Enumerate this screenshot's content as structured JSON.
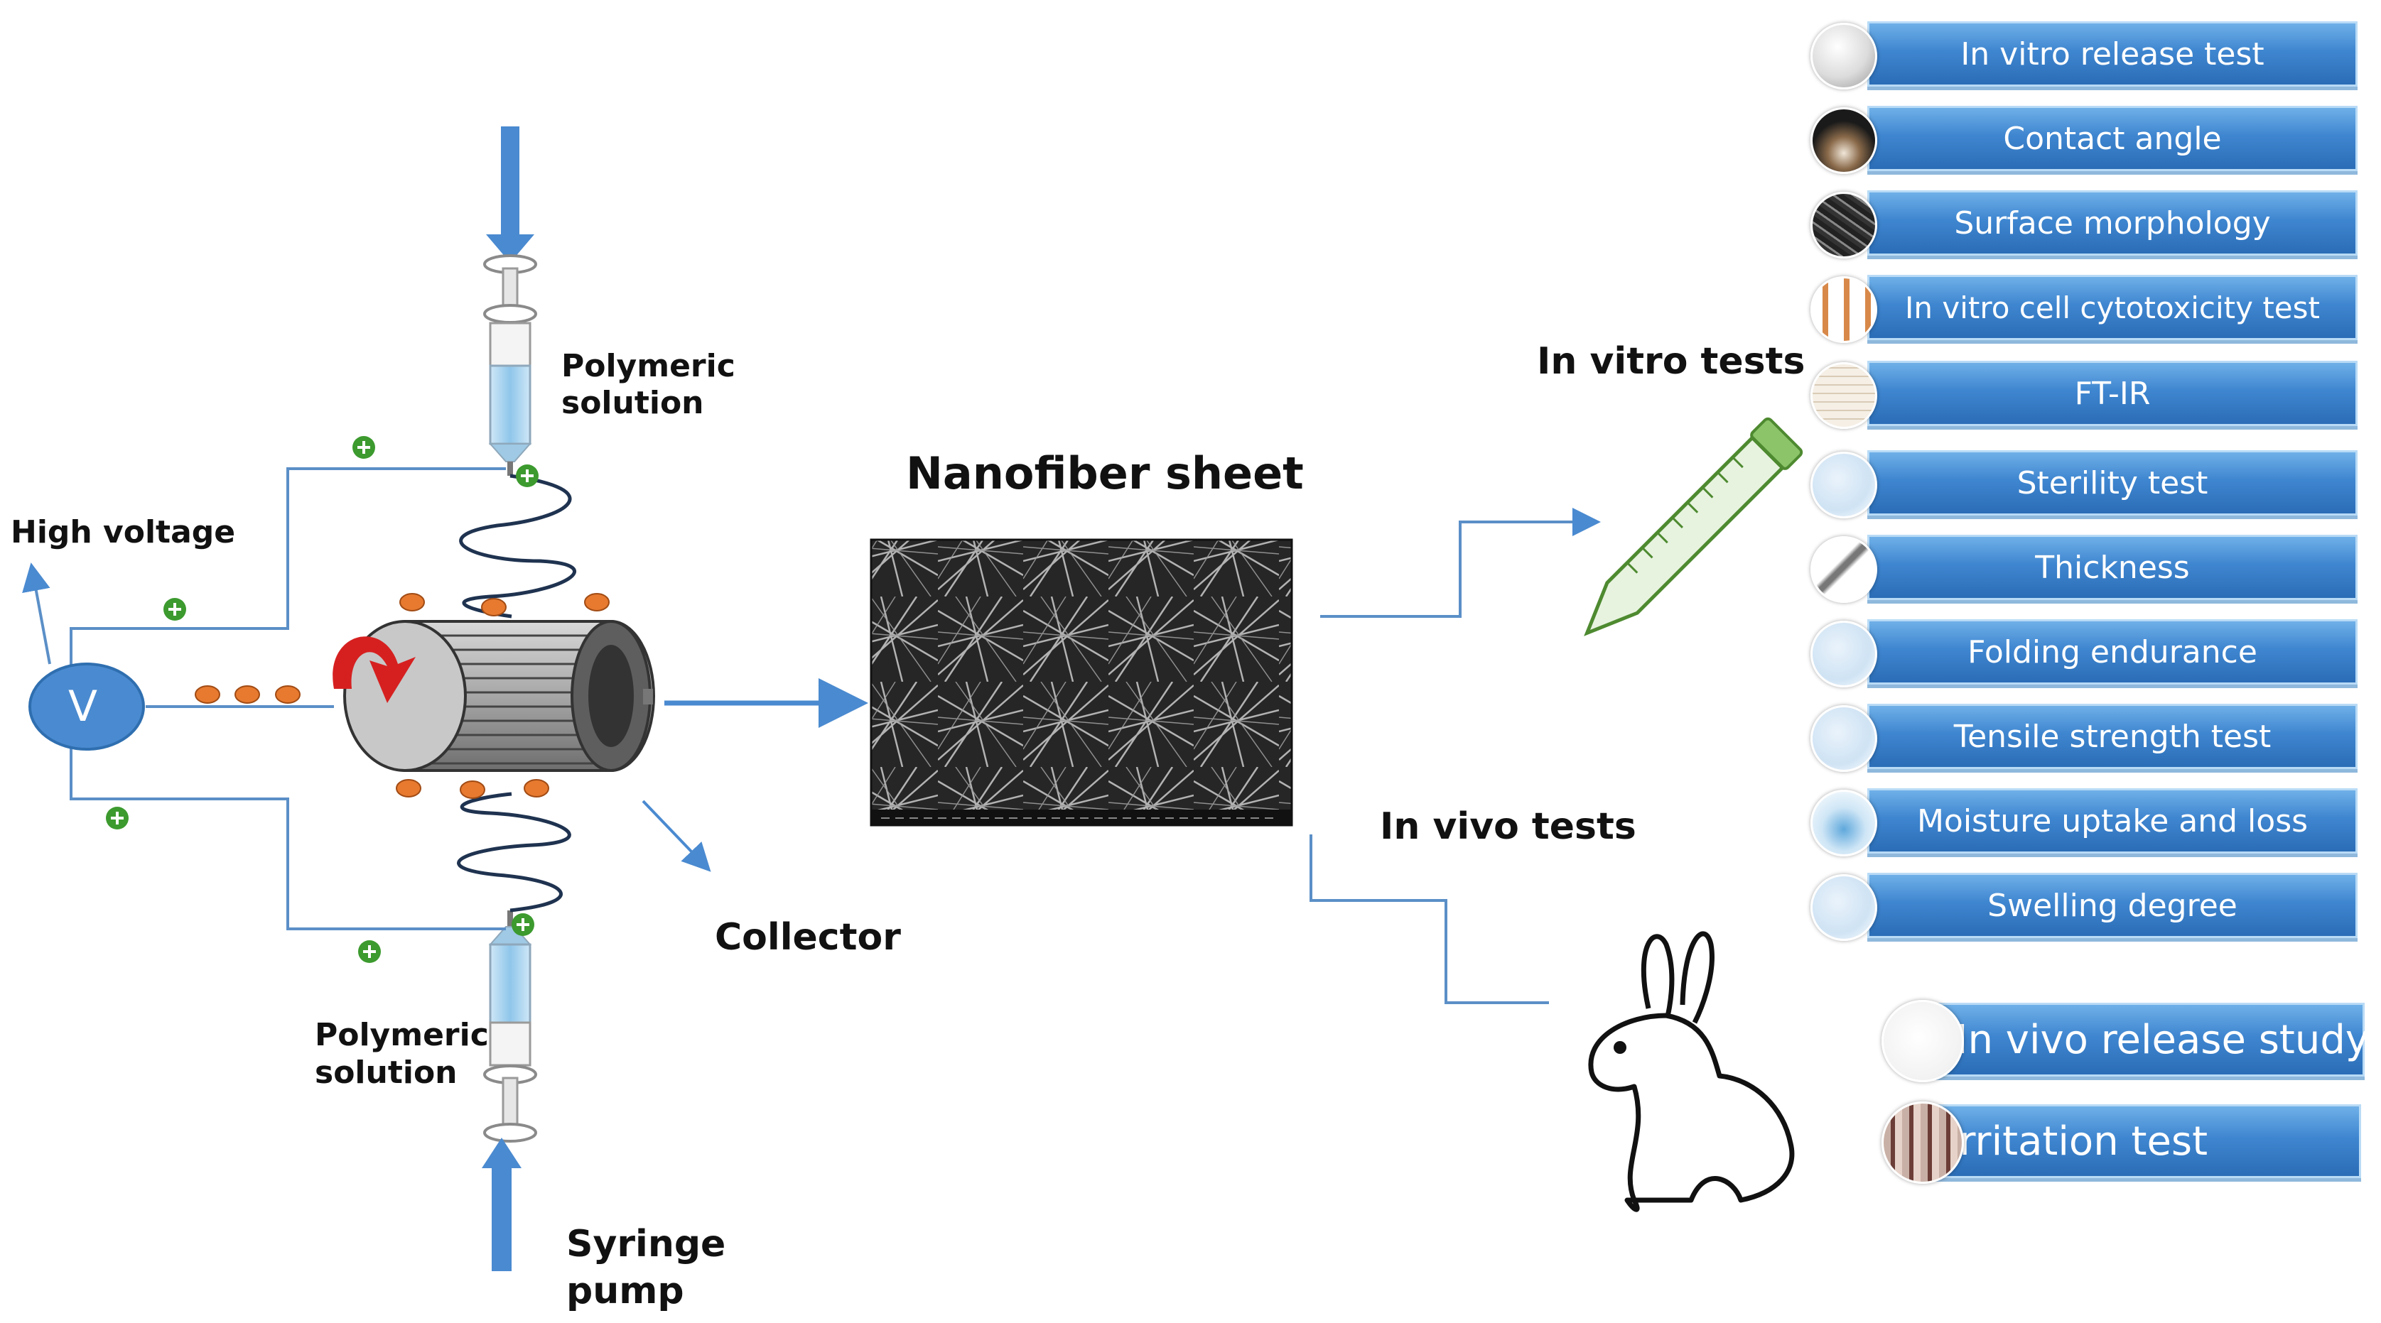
{
  "diagram": {
    "voltage_symbol": "V",
    "labels": {
      "high_voltage": "High voltage",
      "polymeric_solution_top_1": "Polymeric",
      "polymeric_solution_top_2": "solution",
      "polymeric_solution_bottom_1": "Polymeric",
      "polymeric_solution_bottom_2": "solution",
      "collector": "Collector",
      "syringe_pump_1": "Syringe",
      "syringe_pump_2": "pump",
      "nanofiber_sheet": "Nanofiber sheet",
      "in_vitro_tests": "In vitro tests",
      "in_vivo_tests": "In vivo tests"
    },
    "in_vitro_tests": [
      {
        "label": "In vitro release test",
        "icon": "clear-disc-icon"
      },
      {
        "label": "Contact angle",
        "icon": "water-drop-photo-icon"
      },
      {
        "label": "Surface morphology",
        "icon": "sem-fiber-icon"
      },
      {
        "label": "In vitro cell cytotoxicity test",
        "icon": "bar-chart-icon"
      },
      {
        "label": "FT-IR",
        "icon": "spectrum-icon"
      },
      {
        "label": "Sterility test",
        "icon": "petri-dish-icon"
      },
      {
        "label": "Thickness",
        "icon": "micrometer-icon"
      },
      {
        "label": "Folding endurance",
        "icon": "film-icon"
      },
      {
        "label": "Tensile strength test",
        "icon": "film-icon"
      },
      {
        "label": "Moisture uptake and loss",
        "icon": "water-drop-icon"
      },
      {
        "label": "Swelling degree",
        "icon": "film-icon"
      }
    ],
    "in_vivo_tests": [
      {
        "label": "In vivo release study",
        "icon": "skin-patch-icon"
      },
      {
        "label": "Irritation test",
        "icon": "skin-tissue-icon"
      }
    ],
    "colors": {
      "arrow_blue": "#4a8ad0",
      "line_blue": "#5b8fc7",
      "charge_green": "#3c9a2e",
      "charge_orange": "#e77a2f",
      "rotation_red": "#d62020",
      "test_bar": "#3f86d0",
      "test_tube_green": "#8cc46a"
    }
  }
}
